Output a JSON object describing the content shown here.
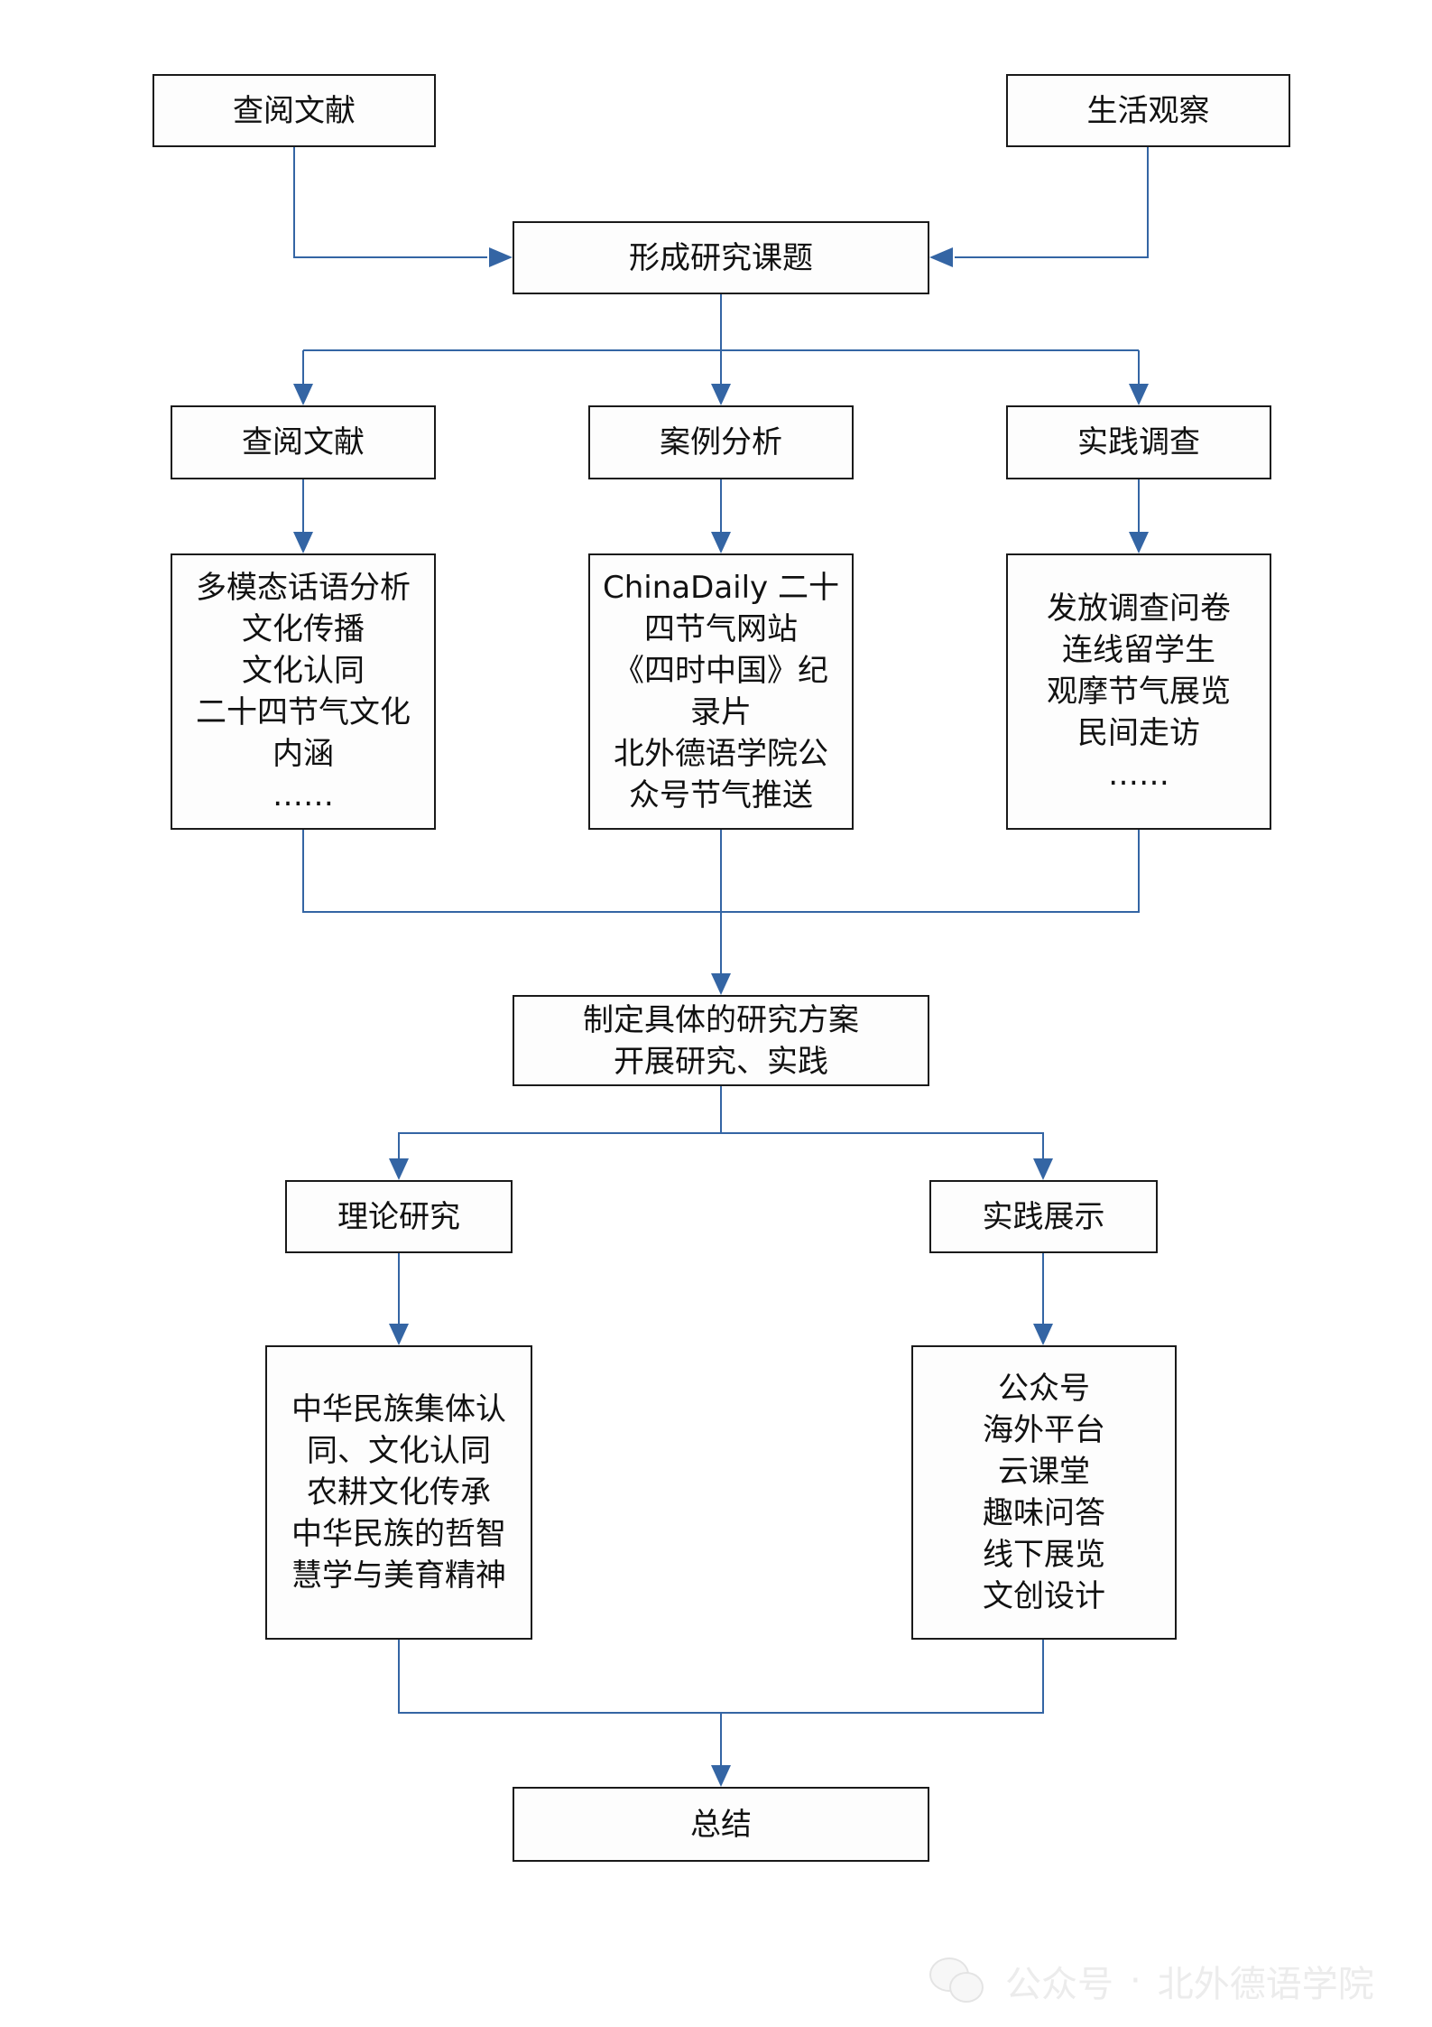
{
  "diagram": {
    "sources": [
      {
        "id": "s1",
        "label": "查阅文献"
      },
      {
        "id": "s2",
        "label": "生活观察"
      }
    ],
    "topic": {
      "label": "形成研究课题"
    },
    "methods": [
      {
        "label": "查阅文献",
        "details": [
          "多模态话语分析",
          "文化传播",
          "文化认同",
          "二十四节气文化",
          "内涵",
          "……"
        ]
      },
      {
        "label": "案例分析",
        "details": [
          "ChinaDaily 二十",
          "四节气网站",
          "《四时中国》纪",
          "录片",
          "北外德语学院公",
          "众号节气推送"
        ]
      },
      {
        "label": "实践调查",
        "details": [
          "发放调查问卷",
          "连线留学生",
          "观摩节气展览",
          "民间走访",
          "……"
        ]
      }
    ],
    "plan": {
      "lines": [
        "制定具体的研究方案",
        "开展研究、实践"
      ]
    },
    "branches": [
      {
        "label": "理论研究",
        "details": [
          "中华民族集体认",
          "同、文化认同",
          "农耕文化传承",
          "中华民族的哲智",
          "慧学与美育精神"
        ]
      },
      {
        "label": "实践展示",
        "details": [
          "公众号",
          "海外平台",
          "云课堂",
          "趣味问答",
          "线下展览",
          "文创设计"
        ]
      }
    ],
    "summary": {
      "label": "总结"
    },
    "connector_color": "#3465a4"
  },
  "watermark": {
    "icon": "wechat-icon",
    "prefix": "公众号",
    "separator": "·",
    "account": "北外德语学院"
  }
}
